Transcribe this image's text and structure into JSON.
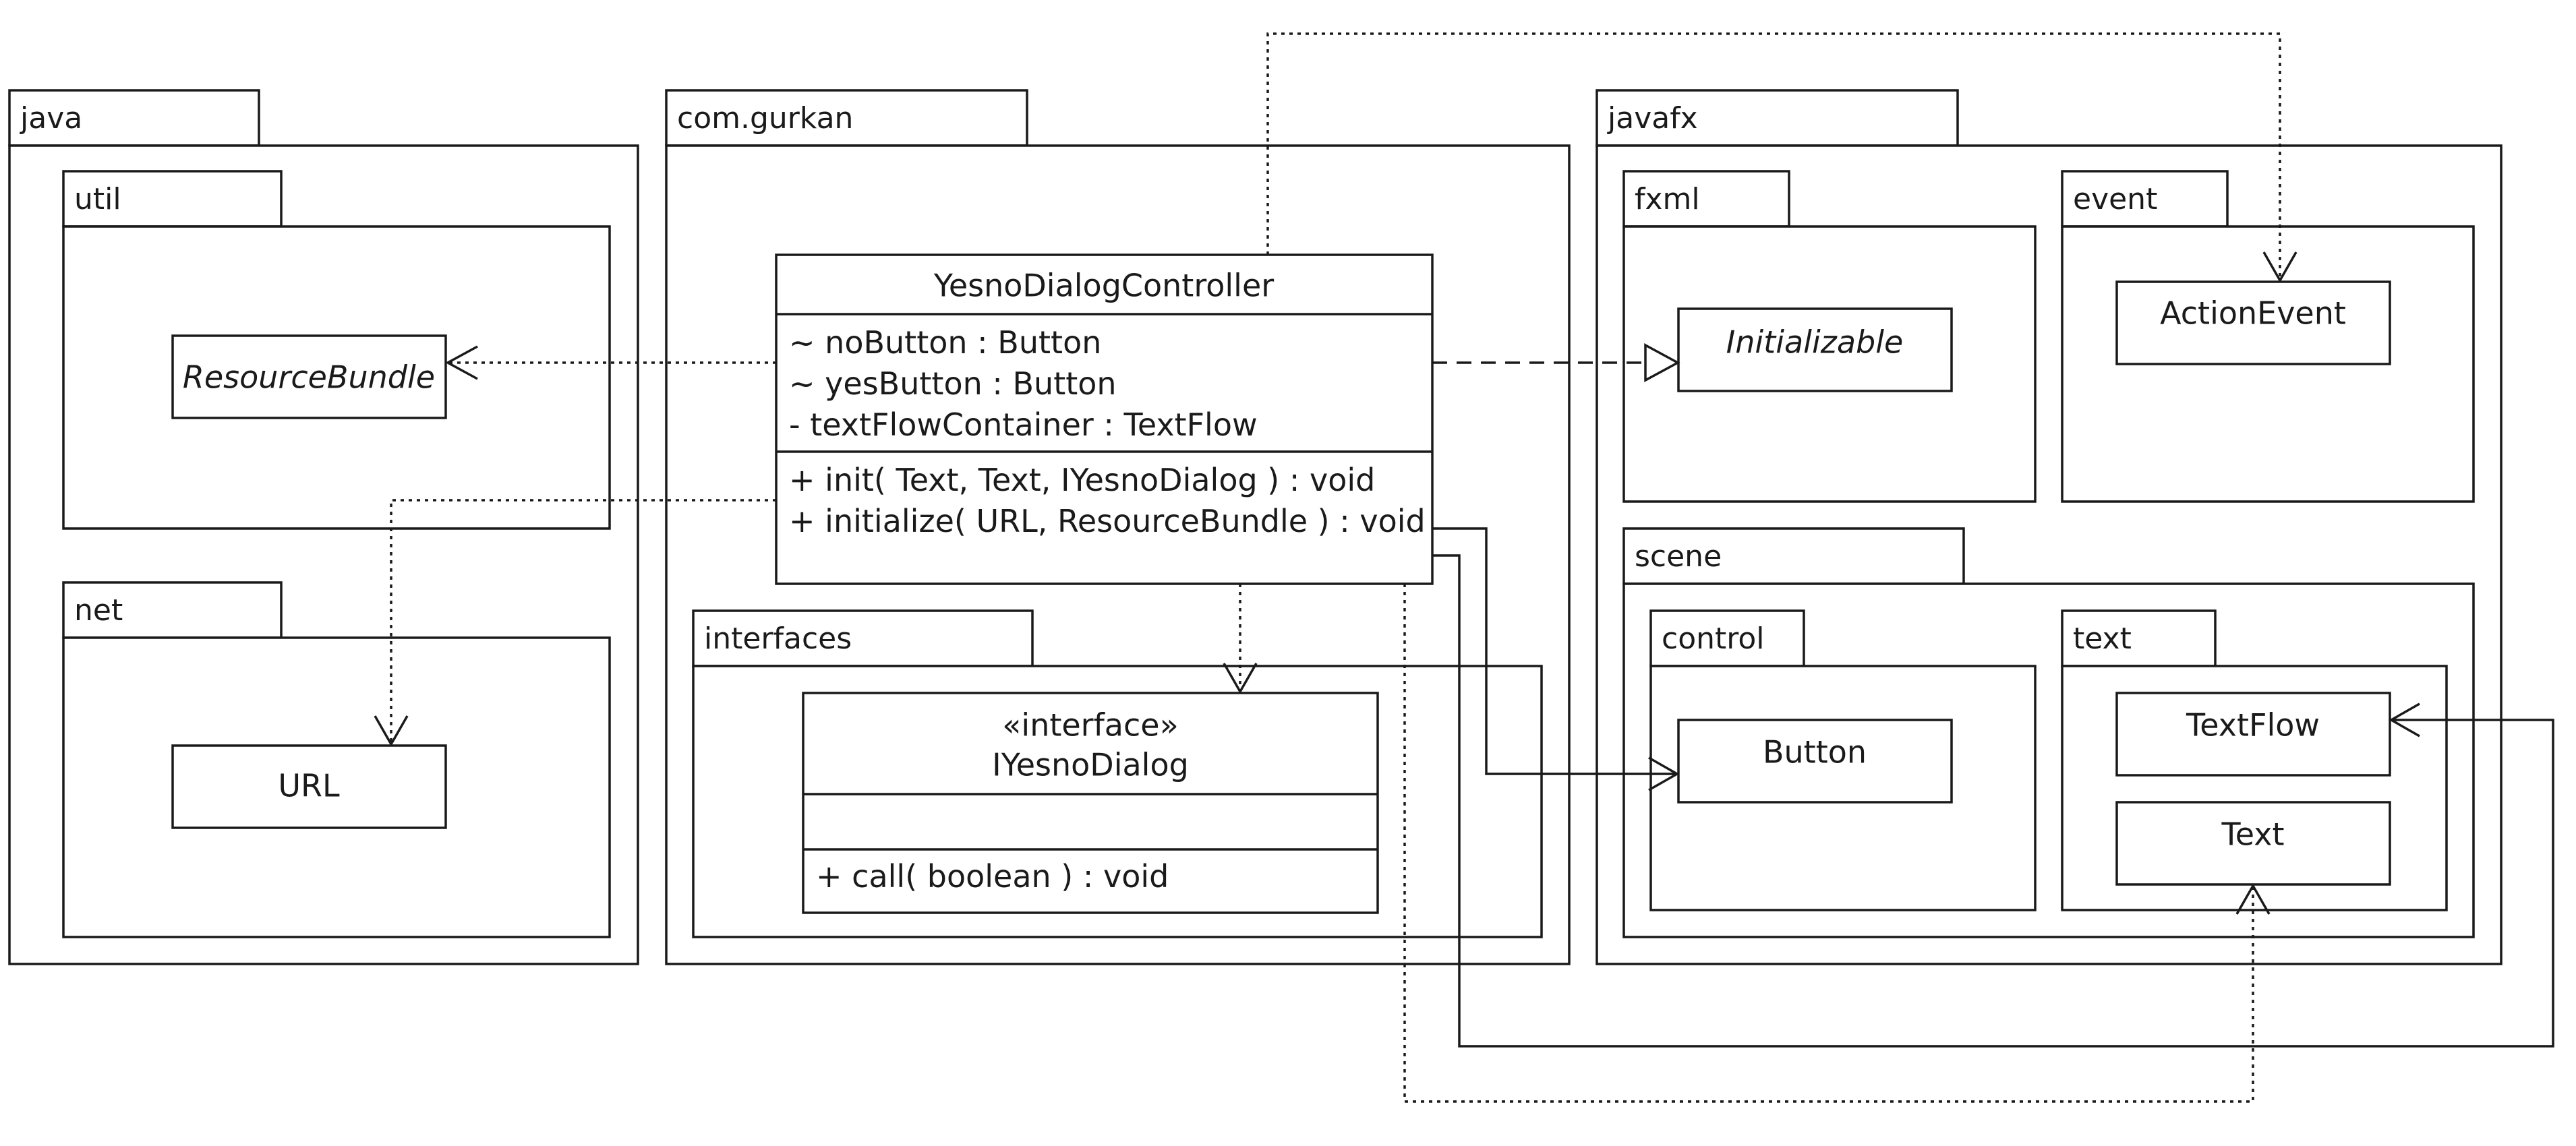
{
  "packages": {
    "java": "java",
    "util": "util",
    "net": "net",
    "com_gurkan": "com.gurkan",
    "interfaces": "interfaces",
    "javafx": "javafx",
    "fxml": "fxml",
    "event": "event",
    "scene": "scene",
    "control": "control",
    "text": "text"
  },
  "classes": {
    "resource_bundle": "ResourceBundle",
    "url": "URL",
    "controller": {
      "name": "YesnoDialogController",
      "attributes": [
        "~ noButton : Button",
        "~ yesButton : Button",
        "- textFlowContainer : TextFlow"
      ],
      "operations": [
        "+ init( Text, Text, IYesnoDialog ) : void",
        "+ initialize( URL, ResourceBundle ) : void"
      ]
    },
    "iyesno": {
      "stereotype": "«interface»",
      "name": "IYesnoDialog",
      "operations": [
        "+ call( boolean ) : void"
      ]
    },
    "initializable": "Initializable",
    "action_event": "ActionEvent",
    "button": "Button",
    "textflow": "TextFlow",
    "text": "Text"
  }
}
